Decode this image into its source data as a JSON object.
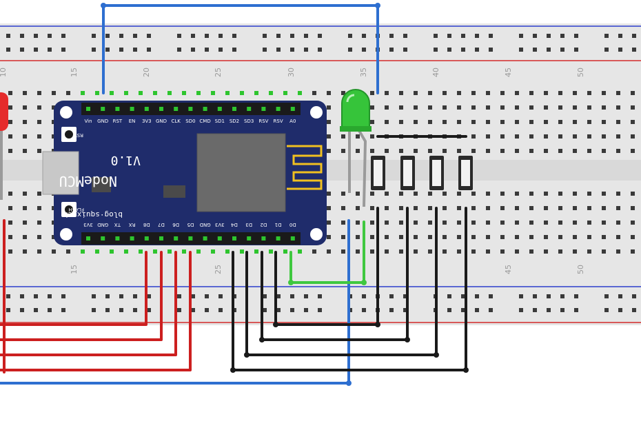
{
  "breadboard": {
    "top_numbers": [
      "10",
      "15",
      "20",
      "25",
      "30",
      "35",
      "40",
      "45",
      "50"
    ],
    "bottom_numbers": [
      "15",
      "25",
      "45",
      "50"
    ],
    "colors": {
      "board": "#e6e6e6",
      "hole": "#3a3a3a",
      "active_hole": "#2ec52e",
      "rail_blue": "#2b3dcc",
      "rail_red": "#d42a2a"
    }
  },
  "nodemcu": {
    "name": "NodeMCU",
    "version": "V1.0",
    "url": "blog·squix·ch",
    "rst_label": "RST",
    "flash_label": "FLASH",
    "top_pins": [
      "Vin",
      "GND",
      "RST",
      "EN",
      "3V3",
      "GND",
      "CLK",
      "SD0",
      "CMD",
      "SD1",
      "SD2",
      "SD3",
      "RSV",
      "RSV",
      "A0"
    ],
    "bottom_pins": [
      "3V3",
      "GND",
      "TX",
      "RX",
      "D8",
      "D7",
      "D6",
      "D5",
      "GND",
      "3V3",
      "D4",
      "D3",
      "D2",
      "D1",
      "D0"
    ],
    "color": "#1f2c6b"
  },
  "components": {
    "led_green": {
      "color": "#36c43a"
    },
    "led_red": {
      "color": "#e52b2b"
    },
    "button_count": 4
  },
  "wire_colors": {
    "power": "#2e6fd0",
    "ground": "#1a1a1a",
    "signal_red": "#cc1f1f",
    "signal_green": "#3fc83f"
  }
}
